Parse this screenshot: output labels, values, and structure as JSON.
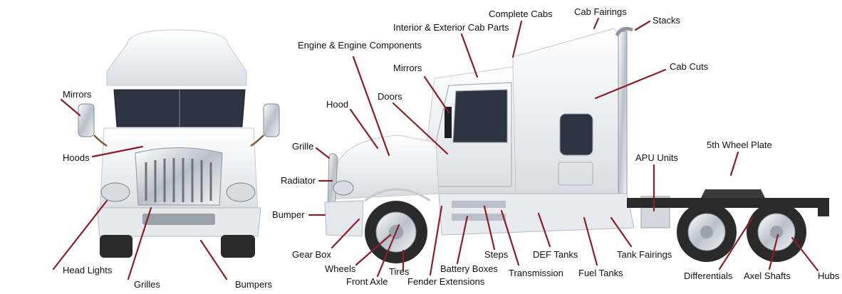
{
  "labels": {
    "mirrors_front": "Mirrors",
    "hoods": "Hoods",
    "head_lights": "Head Lights",
    "grilles": "Grilles",
    "bumpers": "Bumpers",
    "complete_cabs": "Complete Cabs",
    "cab_fairings": "Cab Fairings",
    "stacks": "Stacks",
    "interior_exterior": "Interior & Exterior Cab Parts",
    "engine": "Engine & Engine Components",
    "cab_cuts": "Cab Cuts",
    "mirrors_side": "Mirrors",
    "doors": "Doors",
    "hood": "Hood",
    "grille": "Grille",
    "radiator": "Radiator",
    "bumper": "Bumper",
    "apu_units": "APU Units",
    "fifth_wheel": "5th Wheel Plate",
    "gear_box": "Gear Box",
    "wheels": "Wheels",
    "front_axle": "Front Axle",
    "tires": "Tires",
    "fender_extensions": "Fender Extensions",
    "battery_boxes": "Battery Boxes",
    "steps": "Steps",
    "transmission": "Transmission",
    "def_tanks": "DEF Tanks",
    "fuel_tanks": "Fuel Tanks",
    "tank_fairings": "Tank Fairings",
    "differentials": "Differentials",
    "axel_shafts": "Axel Shafts",
    "hubs": "Hubs"
  },
  "colors": {
    "leader": "#8c1d2b",
    "truck_body": "#eef0f3",
    "truck_shadow": "#c9ced6",
    "glass": "#2b3440",
    "tire": "#2a2a2a",
    "chrome": "#dfe3e8"
  }
}
